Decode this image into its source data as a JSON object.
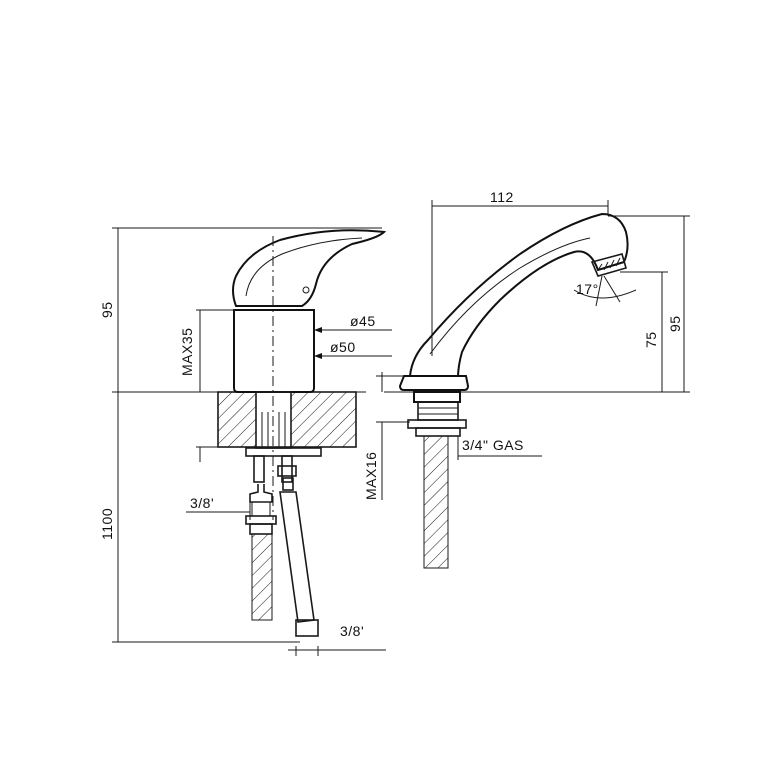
{
  "dimensions": {
    "left_height": "95",
    "left_max_deck": "MAX35",
    "left_hose_length": "1100",
    "diameter_top": "ø45",
    "diameter_bottom": "ø50",
    "hose_thread_upper": "3/8'",
    "hose_thread_lower": "3/8'",
    "spout_reach": "112",
    "spout_angle": "17°",
    "spout_clearance": "75",
    "right_height": "95",
    "connection_thread": "3/4\" GAS",
    "right_max_deck": "MAX16"
  }
}
